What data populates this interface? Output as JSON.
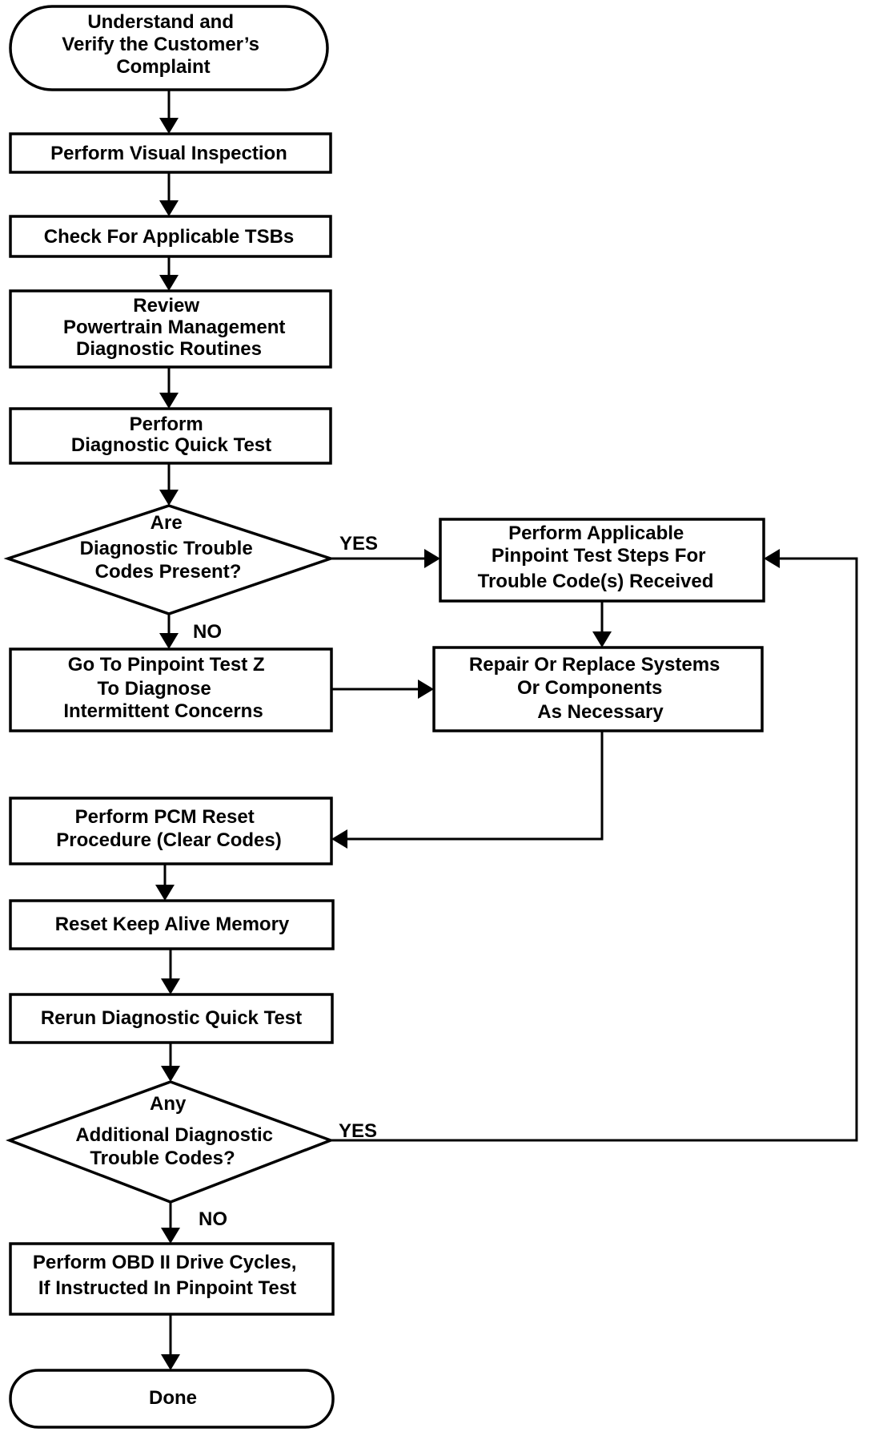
{
  "diagram": {
    "nodes": {
      "start": {
        "shape": "terminal",
        "lines": [
          "Understand and",
          "Verify the Customer’s",
          "Complaint"
        ]
      },
      "visual": {
        "shape": "process",
        "lines": [
          "Perform Visual Inspection"
        ]
      },
      "tsb": {
        "shape": "process",
        "lines": [
          "Check For Applicable TSBs"
        ]
      },
      "review": {
        "shape": "process",
        "lines": [
          "Review",
          "Powertrain Management",
          "Diagnostic Routines"
        ]
      },
      "quicktest": {
        "shape": "process",
        "lines": [
          "Perform",
          "Diagnostic Quick Test"
        ]
      },
      "dtc_present": {
        "shape": "decision",
        "lines": [
          "Are",
          "Diagnostic Trouble",
          "Codes Present?"
        ]
      },
      "pinpoint_steps": {
        "shape": "process",
        "lines": [
          "Perform Applicable",
          "Pinpoint Test Steps For",
          "Trouble Code(s) Received"
        ]
      },
      "pinpoint_z": {
        "shape": "process",
        "lines": [
          "Go To Pinpoint Test Z",
          "To Diagnose",
          "Intermittent  Concerns"
        ]
      },
      "repair": {
        "shape": "process",
        "lines": [
          "Repair Or Replace Systems",
          "Or Components",
          "As Necessary"
        ]
      },
      "pcm_reset": {
        "shape": "process",
        "lines": [
          "Perform PCM Reset",
          "Procedure (Clear Codes)"
        ]
      },
      "kam_reset": {
        "shape": "process",
        "lines": [
          "Reset Keep Alive Memory"
        ]
      },
      "rerun": {
        "shape": "process",
        "lines": [
          "Rerun Diagnostic Quick Test"
        ]
      },
      "additional_dtc": {
        "shape": "decision",
        "lines": [
          "Any",
          "Additional Diagnostic",
          "Trouble Codes?"
        ]
      },
      "drive_cycles": {
        "shape": "process",
        "lines": [
          "Perform OBD II Drive Cycles,",
          "If Instructed In Pinpoint Test"
        ]
      },
      "done": {
        "shape": "terminal",
        "lines": [
          "Done"
        ]
      }
    },
    "edges": [
      {
        "from": "start",
        "to": "visual",
        "label": ""
      },
      {
        "from": "visual",
        "to": "tsb",
        "label": ""
      },
      {
        "from": "tsb",
        "to": "review",
        "label": ""
      },
      {
        "from": "review",
        "to": "quicktest",
        "label": ""
      },
      {
        "from": "quicktest",
        "to": "dtc_present",
        "label": ""
      },
      {
        "from": "dtc_present",
        "to": "pinpoint_steps",
        "label": "YES"
      },
      {
        "from": "dtc_present",
        "to": "pinpoint_z",
        "label": "NO"
      },
      {
        "from": "pinpoint_steps",
        "to": "repair",
        "label": ""
      },
      {
        "from": "pinpoint_z",
        "to": "repair",
        "label": ""
      },
      {
        "from": "repair",
        "to": "pcm_reset",
        "label": ""
      },
      {
        "from": "pcm_reset",
        "to": "kam_reset",
        "label": ""
      },
      {
        "from": "kam_reset",
        "to": "rerun",
        "label": ""
      },
      {
        "from": "rerun",
        "to": "additional_dtc",
        "label": ""
      },
      {
        "from": "additional_dtc",
        "to": "pinpoint_steps",
        "label": "YES"
      },
      {
        "from": "additional_dtc",
        "to": "drive_cycles",
        "label": "NO"
      },
      {
        "from": "drive_cycles",
        "to": "done",
        "label": ""
      }
    ]
  }
}
